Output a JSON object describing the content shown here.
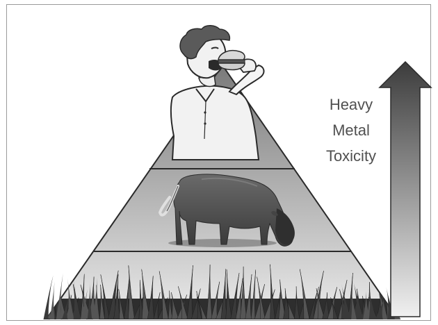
{
  "diagram": {
    "levels": [
      {
        "name": "human",
        "icon": "person-eating-burger-icon"
      },
      {
        "name": "cow",
        "icon": "cow-grazing-icon"
      },
      {
        "name": "grass",
        "icon": "grass-icon"
      }
    ],
    "arrow_label": {
      "line1": "Heavy",
      "line2": "Metal",
      "line3": "Toxicity"
    },
    "arrow_direction": "up",
    "colors": {
      "pyramid_top": "#7d7d7d",
      "pyramid_bottom": "#e9e9e9",
      "arrow_top": "#404040",
      "arrow_bottom": "#eeeeee",
      "outline": "#2a2a2a"
    }
  }
}
